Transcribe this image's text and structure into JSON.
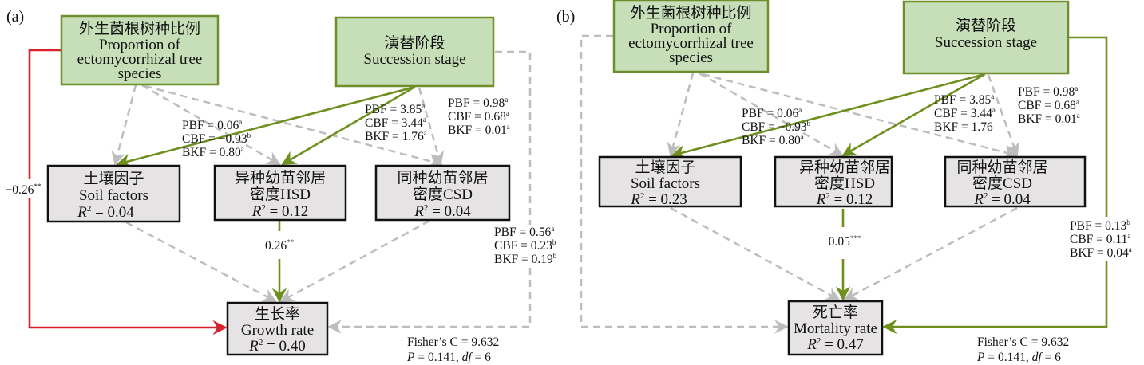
{
  "colors": {
    "exogenous_fill": "#c6dfb8",
    "exogenous_stroke": "#6f8f2a",
    "endogenous_fill": "#e6e3e4",
    "endogenous_stroke": "#111111",
    "positive_path": "#6f8f1f",
    "negative_path": "#d9232a",
    "nonsignificant_path": "#bdbdbd"
  },
  "panels": [
    {
      "label": "(a)",
      "nodes": {
        "ecm": {
          "zh": "外生菌根树种比例",
          "en_lines": [
            "Proportion of",
            "ectomycorrhizal tree",
            "species"
          ]
        },
        "succ": {
          "zh": "演替阶段",
          "en_lines": [
            "Succession stage"
          ]
        },
        "soil": {
          "zh": "土壤因子",
          "en_lines": [
            "Soil factors"
          ],
          "r2": "0.04"
        },
        "hsd": {
          "zh": "异种幼苗邻居",
          "zh2": "密度HSD",
          "r2": "0.12"
        },
        "csd": {
          "zh": "同种幼苗邻居",
          "zh2": "密度CSD",
          "r2": "0.04"
        },
        "out": {
          "zh": "生长率",
          "en_lines": [
            "Growth rate"
          ],
          "r2": "0.40"
        }
      },
      "paths": [
        {
          "from": "ecm",
          "to": "out",
          "type": "negative",
          "coef": "−0.26",
          "sig": "**"
        },
        {
          "from": "hsd",
          "to": "out",
          "type": "positive",
          "coef": "0.26",
          "sig": "**"
        },
        {
          "from": "succ",
          "to": "soil",
          "type": "positive"
        },
        {
          "from": "succ",
          "to": "hsd",
          "type": "positive"
        },
        {
          "from": "succ",
          "to": "csd",
          "type": "nonsignificant"
        },
        {
          "from": "succ",
          "to": "out",
          "type": "nonsignificant"
        },
        {
          "from": "ecm",
          "to": "soil",
          "type": "nonsignificant"
        },
        {
          "from": "ecm",
          "to": "hsd",
          "type": "nonsignificant"
        },
        {
          "from": "ecm",
          "to": "csd",
          "type": "nonsignificant"
        },
        {
          "from": "soil",
          "to": "out",
          "type": "nonsignificant"
        },
        {
          "from": "csd",
          "to": "out",
          "type": "nonsignificant"
        }
      ],
      "forest_stats": [
        {
          "lines": [
            [
              "PBF",
              "0.06",
              "a"
            ],
            [
              "CBF",
              "−0.93",
              "b"
            ],
            [
              "BKF",
              "0.80",
              "a"
            ]
          ]
        },
        {
          "lines": [
            [
              "PBF",
              "3.85",
              "a"
            ],
            [
              "CBF",
              "3.44",
              "a"
            ],
            [
              "BKF",
              "1.76",
              "a"
            ]
          ]
        },
        {
          "lines": [
            [
              "PBF",
              "0.98",
              "a"
            ],
            [
              "CBF",
              "0.68",
              "a"
            ],
            [
              "BKF",
              "0.01",
              "a"
            ]
          ]
        },
        {
          "lines": [
            [
              "PBF",
              "0.56",
              "a"
            ],
            [
              "CBF",
              "0.23",
              "b"
            ],
            [
              "BKF",
              "0.19",
              "b"
            ]
          ]
        }
      ],
      "fit": {
        "fisher_c": "Fisher’s C = 9.632",
        "p": "0.141",
        "df": "6"
      }
    },
    {
      "label": "(b)",
      "nodes": {
        "ecm": {
          "zh": "外生菌根树种比例",
          "en_lines": [
            "Proportion of",
            "ectomycorrhizal tree",
            "species"
          ]
        },
        "succ": {
          "zh": "演替阶段",
          "en_lines": [
            "Succession stage"
          ]
        },
        "soil": {
          "zh": "土壤因子",
          "en_lines": [
            "Soil factors"
          ],
          "r2": "0.23"
        },
        "hsd": {
          "zh": "异种幼苗邻居",
          "zh2": "密度HSD",
          "r2": "0.12"
        },
        "csd": {
          "zh": "同种幼苗邻居",
          "zh2": "密度CSD",
          "r2": "0.04"
        },
        "out": {
          "zh": "死亡率",
          "en_lines": [
            "Mortality rate"
          ],
          "r2": "0.47"
        }
      },
      "paths": [
        {
          "from": "succ",
          "to": "out",
          "type": "positive"
        },
        {
          "from": "hsd",
          "to": "out",
          "type": "positive",
          "coef": "0.05",
          "sig": "***"
        },
        {
          "from": "succ",
          "to": "soil",
          "type": "positive"
        },
        {
          "from": "succ",
          "to": "hsd",
          "type": "positive"
        },
        {
          "from": "succ",
          "to": "csd",
          "type": "nonsignificant"
        },
        {
          "from": "ecm",
          "to": "out",
          "type": "nonsignificant"
        },
        {
          "from": "ecm",
          "to": "soil",
          "type": "nonsignificant"
        },
        {
          "from": "ecm",
          "to": "hsd",
          "type": "nonsignificant"
        },
        {
          "from": "ecm",
          "to": "csd",
          "type": "nonsignificant"
        },
        {
          "from": "soil",
          "to": "out",
          "type": "nonsignificant"
        },
        {
          "from": "csd",
          "to": "out",
          "type": "nonsignificant"
        }
      ],
      "forest_stats": [
        {
          "lines": [
            [
              "PBF",
              "0.06",
              "a"
            ],
            [
              "CBF",
              "−0.93",
              "b"
            ],
            [
              "BKF",
              "0.80",
              "a"
            ]
          ]
        },
        {
          "lines": [
            [
              "PBF",
              "3.85",
              "a"
            ],
            [
              "CBF",
              "3.44",
              "a"
            ],
            [
              "BKF",
              "1.76",
              ""
            ]
          ]
        },
        {
          "lines": [
            [
              "PBF",
              "0.98",
              "a"
            ],
            [
              "CBF",
              "0.68",
              "a"
            ],
            [
              "BKF",
              "0.01",
              "a"
            ]
          ]
        },
        {
          "lines": [
            [
              "PBF",
              "0.13",
              "b"
            ],
            [
              "CBF",
              "0.11",
              "a"
            ],
            [
              "BKF",
              "0.04",
              "a"
            ]
          ]
        }
      ],
      "fit": {
        "fisher_c": "Fisher’s C = 9.632",
        "p": "0.141",
        "df": "6"
      }
    }
  ]
}
